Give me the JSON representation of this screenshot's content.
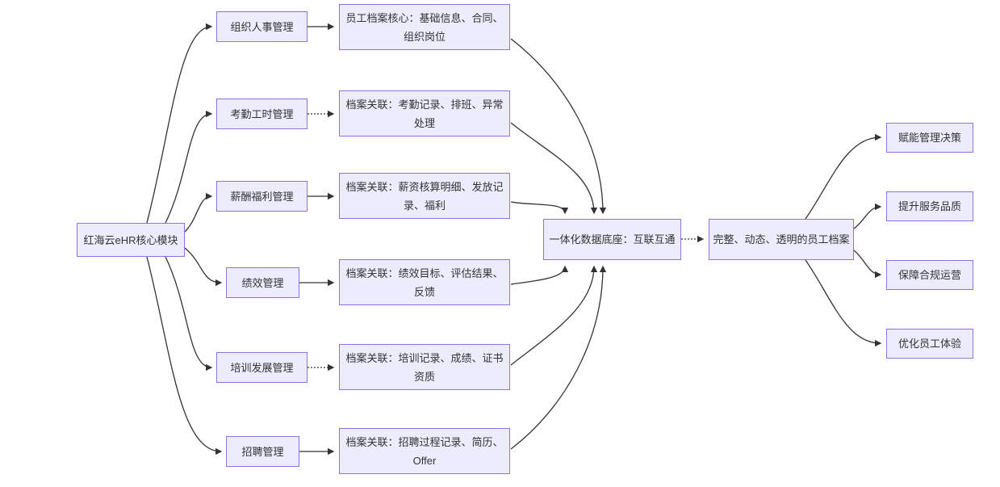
{
  "diagram": {
    "type": "flowchart-left-right",
    "root": {
      "label": "红海云eHR核心模块"
    },
    "modules": [
      {
        "label": "组织人事管理",
        "detail": "员工档案核心：基础信息、合同、组织岗位",
        "link_style": "solid"
      },
      {
        "label": "考勤工时管理",
        "detail": "档案关联：考勤记录、排班、异常处理",
        "link_style": "dotted"
      },
      {
        "label": "薪酬福利管理",
        "detail": "档案关联：薪资核算明细、发放记录、福利",
        "link_style": "solid"
      },
      {
        "label": "绩效管理",
        "detail": "档案关联：绩效目标、评估结果、反馈",
        "link_style": "solid"
      },
      {
        "label": "培训发展管理",
        "detail": "档案关联：培训记录、成绩、证书资质",
        "link_style": "dotted"
      },
      {
        "label": "招聘管理",
        "detail": "档案关联：招聘过程记录、简历、Offer",
        "link_style": "solid"
      }
    ],
    "hub": {
      "label": "一体化数据底座：互联互通"
    },
    "outcome": {
      "label": "完整、动态、透明的员工档案",
      "link_from_hub_style": "dotted"
    },
    "benefits": [
      {
        "label": "赋能管理决策"
      },
      {
        "label": "提升服务品质"
      },
      {
        "label": "保障合规运营"
      },
      {
        "label": "优化员工体验"
      }
    ],
    "colors": {
      "node_fill": "#ECECFF",
      "node_border": "#9370DB",
      "edge": "#333333",
      "text": "#333333",
      "background": "#FFFFFF"
    }
  }
}
